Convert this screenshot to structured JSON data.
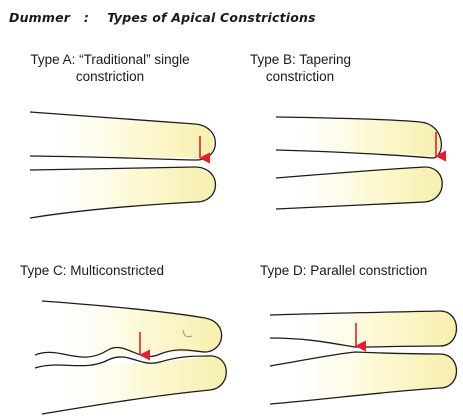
{
  "title": {
    "author": "Dummer",
    "separator": ":",
    "text": "Types of Apical Constrictions"
  },
  "panels": [
    {
      "id": "A",
      "label_line1": "Type A: “Traditional” single",
      "label_line2": "constriction"
    },
    {
      "id": "B",
      "label_line1": "Type B: Tapering",
      "label_line2": "constriction"
    },
    {
      "id": "C",
      "label_line1": "Type C: Multiconstricted"
    },
    {
      "id": "D",
      "label_line1": "Type D: Parallel constriction"
    }
  ],
  "colors": {
    "root_fill": "#fdfbe0",
    "root_fill_glow": "#f7f0b2",
    "outline": "#1c1c1c",
    "arrow": "#e0202a"
  }
}
